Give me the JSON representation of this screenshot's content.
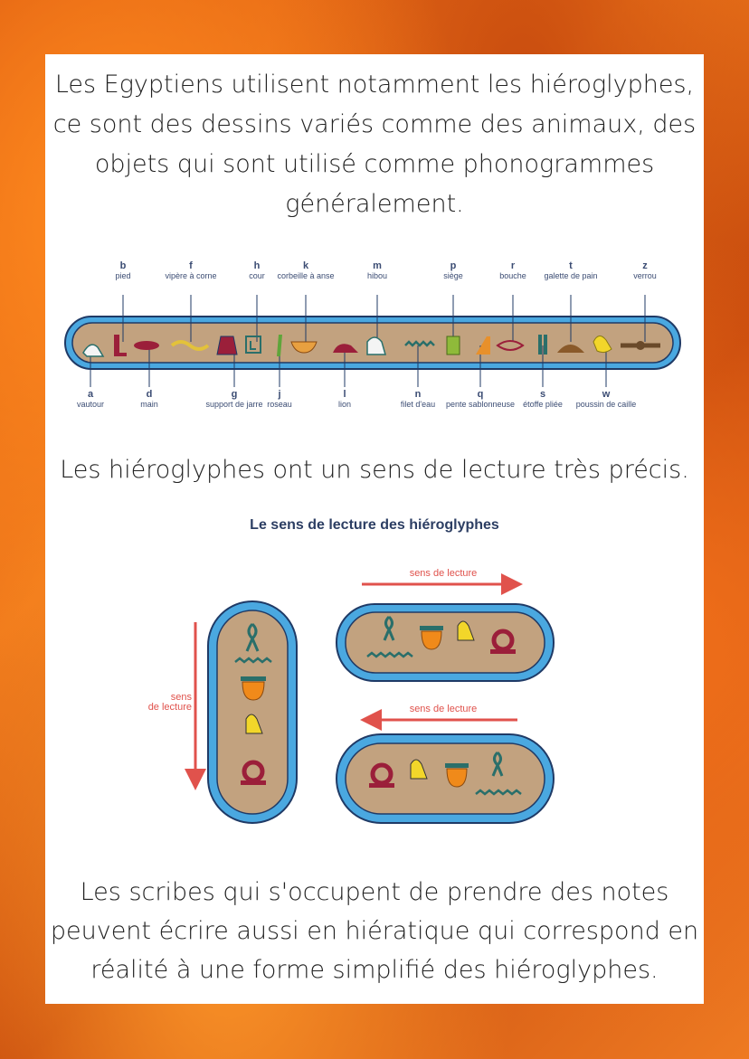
{
  "intro": "Les Egyptiens utilisent notamment les hiéroglyphes, ce sont des dessins variés comme des animaux, des objets qui sont utilisé comme phonogrammes généralement.",
  "alphabet_top": [
    {
      "letter": "b",
      "word": "pied"
    },
    {
      "letter": "f",
      "word": "vipère à corne"
    },
    {
      "letter": "h",
      "word": "cour"
    },
    {
      "letter": "k",
      "word": "corbeille à anse"
    },
    {
      "letter": "m",
      "word": "hibou"
    },
    {
      "letter": "p",
      "word": "siège"
    },
    {
      "letter": "r",
      "word": "bouche"
    },
    {
      "letter": "t",
      "word": "galette de pain"
    },
    {
      "letter": "z",
      "word": "verrou"
    }
  ],
  "alphabet_bottom": [
    {
      "letter": "a",
      "word": "vautour"
    },
    {
      "letter": "d",
      "word": "main"
    },
    {
      "letter": "g",
      "word": "support de jarre"
    },
    {
      "letter": "j",
      "word": "roseau"
    },
    {
      "letter": "l",
      "word": "lion"
    },
    {
      "letter": "n",
      "word": "filet d'eau"
    },
    {
      "letter": "q",
      "word": "pente sablonneuse"
    },
    {
      "letter": "s",
      "word": "étoffe pliée"
    },
    {
      "letter": "w",
      "word": "poussin de caille"
    }
  ],
  "reading_sentence": "Les hiéroglyphes ont un sens de lecture très précis.",
  "diagram": {
    "title": "Le sens de lecture des hiéroglyphes",
    "label_vertical_1": "sens",
    "label_vertical_2": "de lecture",
    "label_right": "sens de lecture",
    "label_left": "sens de lecture"
  },
  "outro": "Les scribes qui s'occupent de prendre des notes peuvent écrire aussi en hiératique qui correspond en réalité à une forme simplifié des hiéroglyphes.",
  "colors": {
    "cartouche_blue": "#4aa8e0",
    "cartouche_fill": "#c2a27f",
    "arrow_red": "#e0524c",
    "text_navy": "#3b4c73"
  }
}
